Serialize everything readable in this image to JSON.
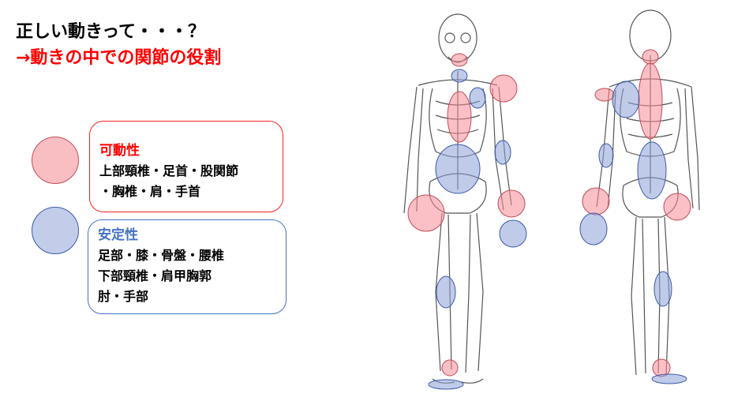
{
  "title": "正しい動きって・・・？",
  "subtitle": "→動きの中での関節の役割",
  "mobility": {
    "heading": "可動性",
    "lines": [
      "上部頸椎・足首・股関節",
      "・胸椎・肩・手首"
    ],
    "color": "#ff0000",
    "marker_color": "#f9b8bd"
  },
  "stability": {
    "heading": "安定性",
    "lines": [
      "足部・膝・骨盤・腰椎",
      "下部頸椎・肩甲胸郭",
      "肘・手部"
    ],
    "color": "#4472c4",
    "marker_color": "#c3cdea"
  }
}
